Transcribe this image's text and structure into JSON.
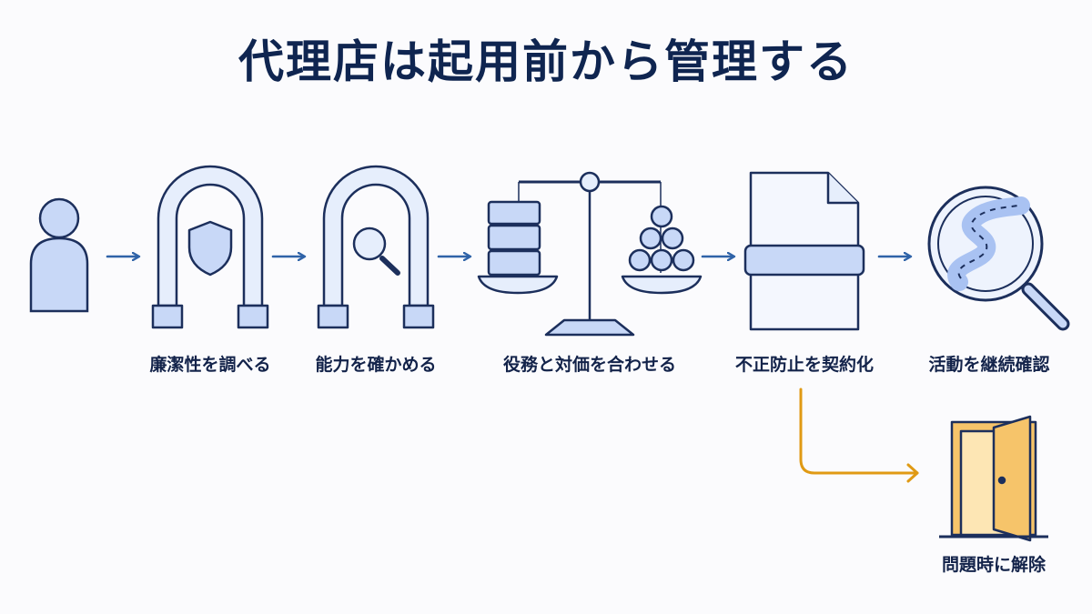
{
  "title": "代理店は起用前から管理する",
  "steps": [
    {
      "label": "廉潔性を調べる",
      "icon": "archway-shield-icon"
    },
    {
      "label": "能力を確かめる",
      "icon": "archway-magnifier-icon"
    },
    {
      "label": "役務と対価を合わせる",
      "icon": "balance-scale-icon"
    },
    {
      "label": "不正防止を契約化",
      "icon": "banded-document-icon"
    },
    {
      "label": "活動を継続確認",
      "icon": "magnifier-road-icon"
    }
  ],
  "exit": {
    "label": "問題時に解除",
    "icon": "open-door-icon"
  },
  "colors": {
    "navy": "#1c2f5c",
    "fill": "#c8d8f7",
    "fill_light": "#e6eefc",
    "arrow": "#2f63a8",
    "exit_arrow": "#e09a14",
    "door": "#f6c46a"
  }
}
